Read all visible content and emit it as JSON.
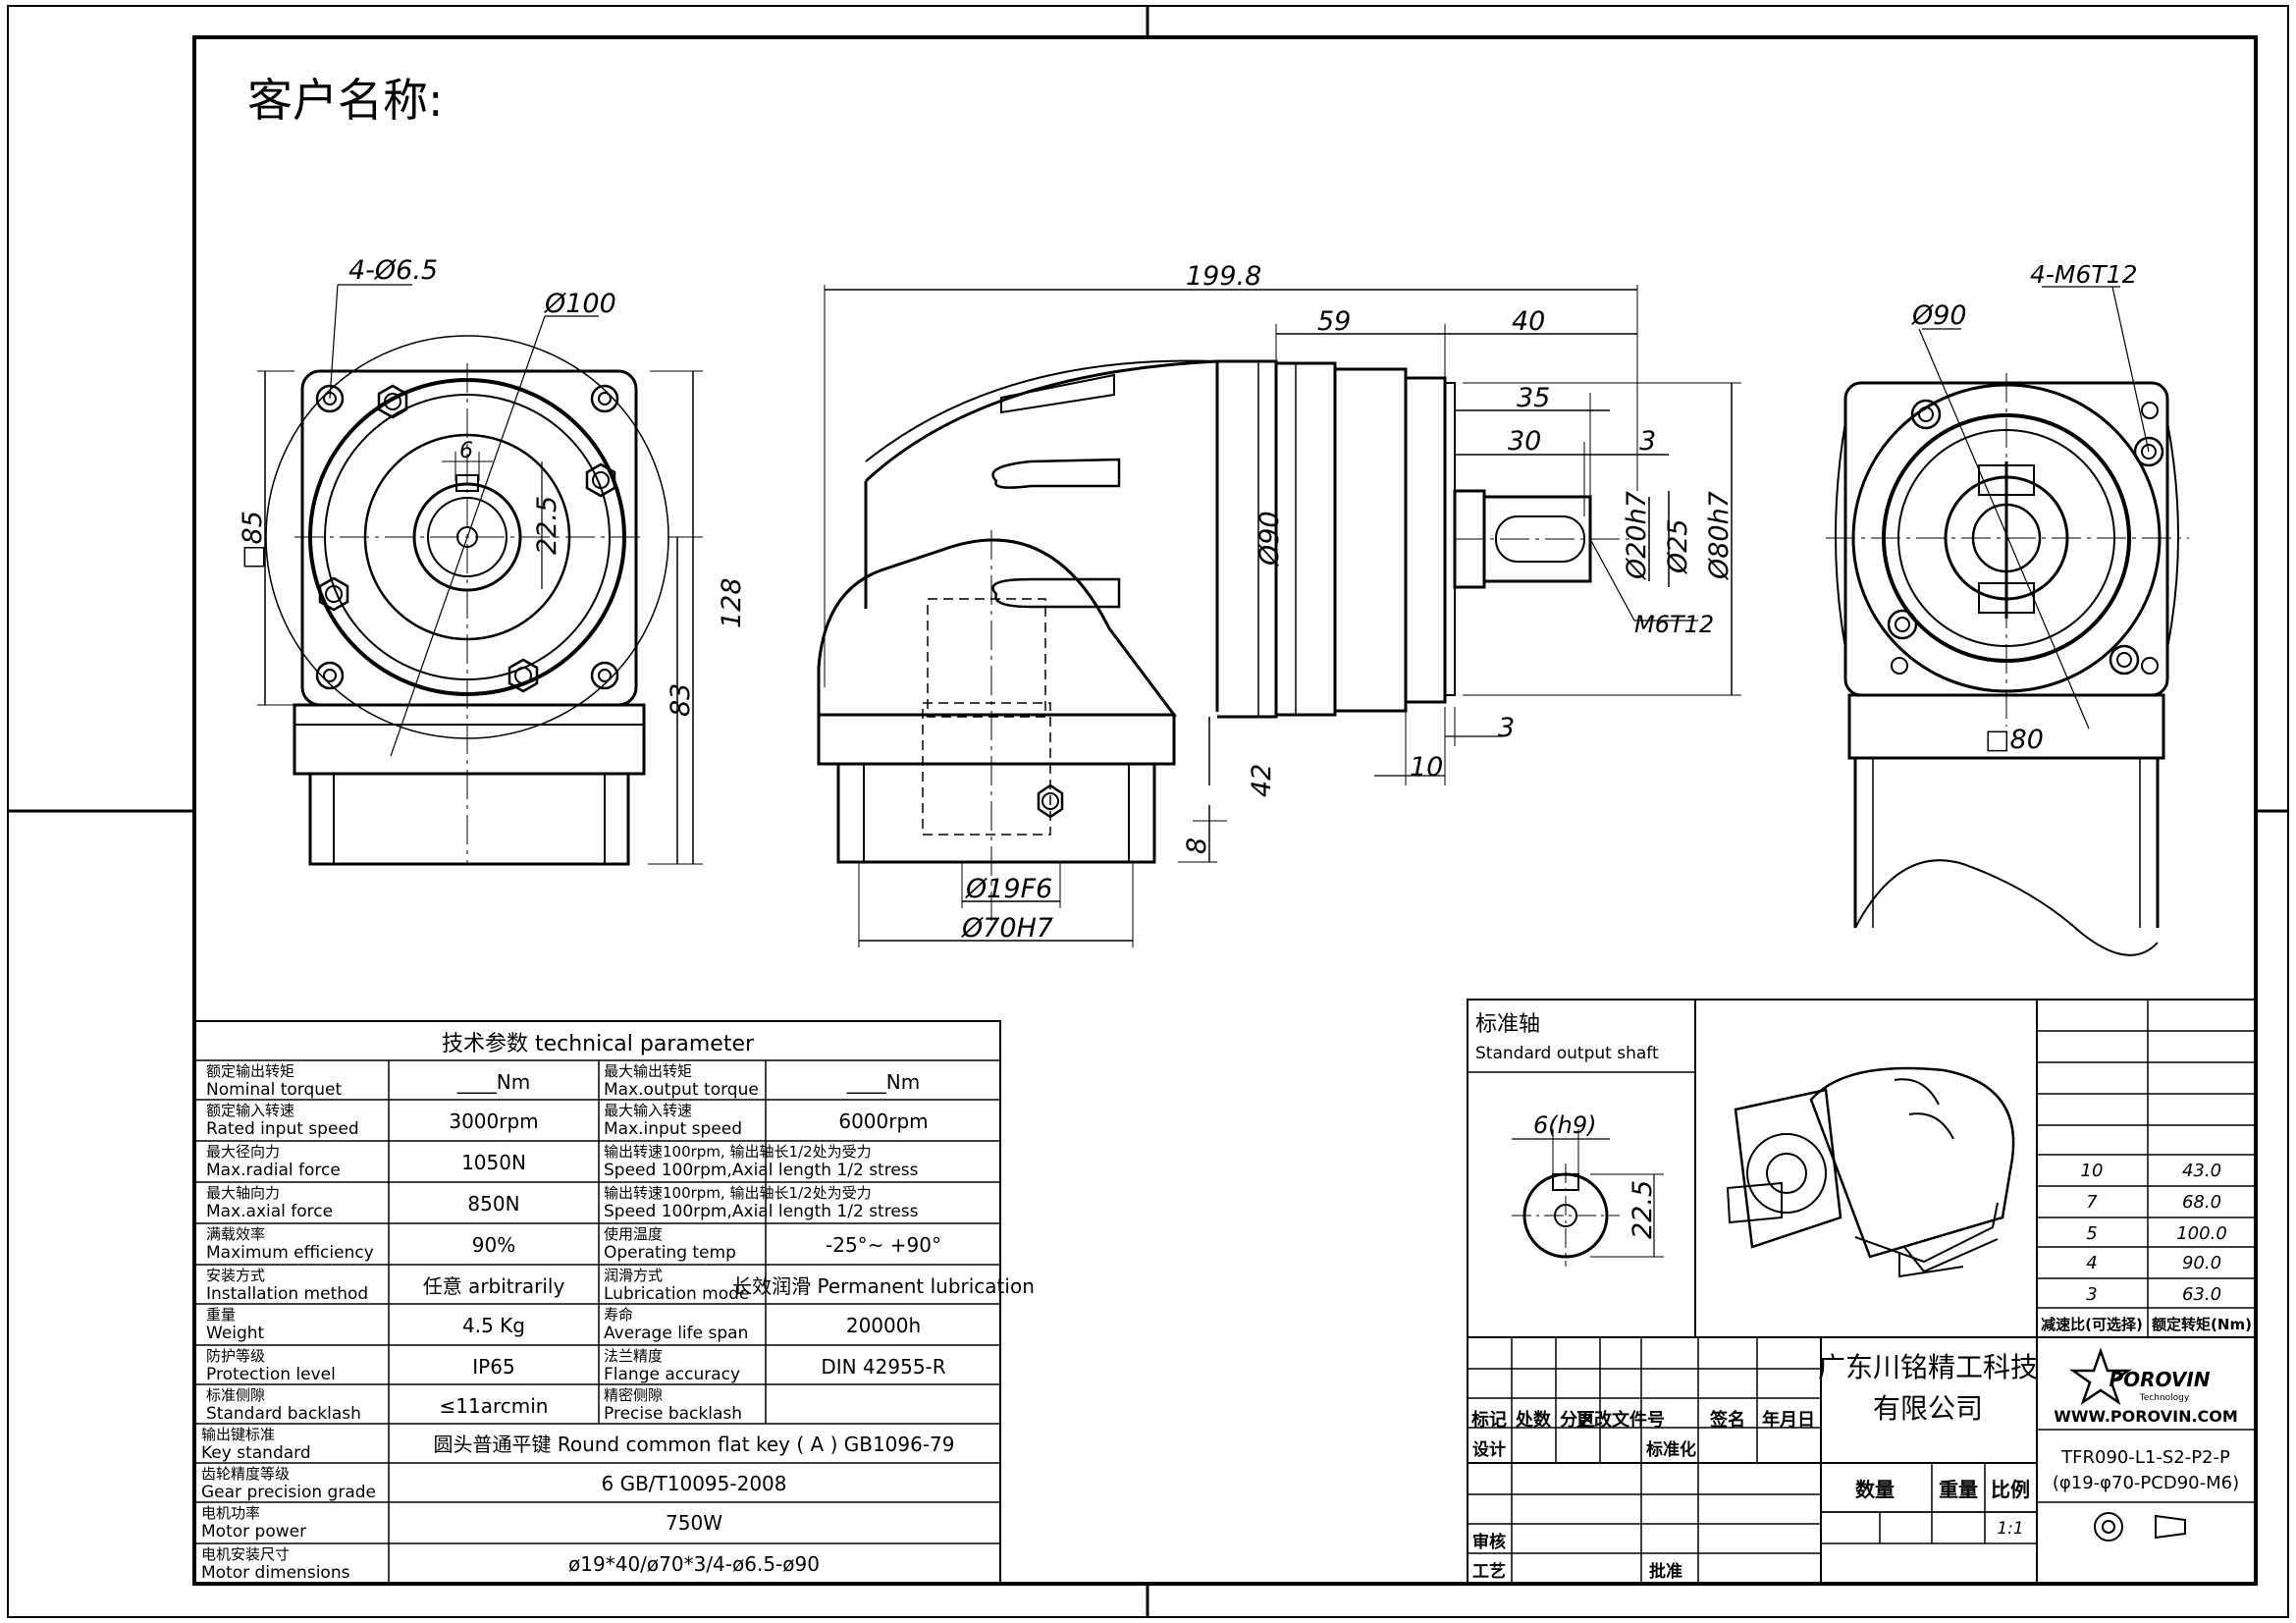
{
  "customer_label": "客户名称:",
  "front_view": {
    "holes": "4-Ø6.5",
    "pcd": "Ø100",
    "square": "□85",
    "key_width": "6",
    "key_height": "22.5",
    "height_total": "128",
    "height_center": "83"
  },
  "side_view": {
    "overall": "199.8",
    "body": "59",
    "shaft_total": "40",
    "shaft_35": "35",
    "key_len": "30",
    "key_offset": "3",
    "shaft_dia": "Ø20h7",
    "collar_dia": "Ø25",
    "pilot_dia": "Ø80h7",
    "housing_dia": "Ø90",
    "center_tap": "M6T12",
    "flange_3": "3",
    "flange_10": "10",
    "base_42": "42",
    "base_8": "8",
    "input_bore": "Ø19F6",
    "input_pilot": "Ø70H7"
  },
  "end_view": {
    "threads": "4-M6T12",
    "pcd": "Ø90",
    "square": "□80"
  },
  "tech": {
    "title": "技术参数   technical parameter",
    "rows": [
      {
        "l_cn": "额定输出转矩",
        "l_en": "Nominal torquet",
        "l_val": "____Nm",
        "r_cn": "最大输出转矩",
        "r_en": "Max.output torque",
        "r_val": "____Nm"
      },
      {
        "l_cn": "额定输入转速",
        "l_en": "Rated input speed",
        "l_val": "3000rpm",
        "r_cn": "最大输入转速",
        "r_en": "Max.input speed",
        "r_val": "6000rpm"
      },
      {
        "l_cn": "最大径向力",
        "l_en": "Max.radial force",
        "l_val": "1050N",
        "r_cn": "输出转速100rpm, 输出轴长1/2处为受力",
        "r_en": "Speed 100rpm,Axial length 1/2 stress",
        "r_val": ""
      },
      {
        "l_cn": "最大轴向力",
        "l_en": "Max.axial force",
        "l_val": "850N",
        "r_cn": "输出转速100rpm, 输出轴长1/2处为受力",
        "r_en": "Speed 100rpm,Axial length 1/2 stress",
        "r_val": ""
      },
      {
        "l_cn": "满载效率",
        "l_en": "Maximum efficiency",
        "l_val": "90%",
        "r_cn": "使用温度",
        "r_en": "Operating temp",
        "r_val": "-25°~ +90°"
      },
      {
        "l_cn": "安装方式",
        "l_en": "Installation method",
        "l_val": "任意 arbitrarily",
        "r_cn": "润滑方式",
        "r_en": "Lubrication mode",
        "r_val": "长效润滑 Permanent lubrication"
      },
      {
        "l_cn": "重量",
        "l_en": "Weight",
        "l_val": "4.5 Kg",
        "r_cn": "寿命",
        "r_en": "Average life span",
        "r_val": "20000h"
      },
      {
        "l_cn": "防护等级",
        "l_en": "Protection level",
        "l_val": "IP65",
        "r_cn": "法兰精度",
        "r_en": "Flange accuracy",
        "r_val": "DIN 42955-R"
      },
      {
        "l_cn": "标准侧隙",
        "l_en": "Standard backlash",
        "l_val": "≤11arcmin",
        "r_cn": "精密侧隙",
        "r_en": "Precise backlash",
        "r_val": ""
      }
    ],
    "wide_rows": [
      {
        "cn": "输出键标准",
        "en": "Key standard",
        "val": "圆头普通平键 Round common flat key ( A ) GB1096-79"
      },
      {
        "cn": "齿轮精度等级",
        "en": "Gear precision grade",
        "val": "6 GB/T10095-2008"
      },
      {
        "cn": "电机功率",
        "en": "Motor power",
        "val": "750W"
      },
      {
        "cn": "电机安装尺寸",
        "en": "Motor  dimensions",
        "val": "ø19*40/ø70*3/4-ø6.5-ø90"
      }
    ]
  },
  "shaft_box": {
    "title_cn": "标准轴",
    "title_en": "Standard output shaft",
    "key_dim": "6(h9)",
    "height_dim": "22.5"
  },
  "ratio_table": {
    "rows": [
      {
        "ratio": "10",
        "torque": "43.0"
      },
      {
        "ratio": "7",
        "torque": "68.0"
      },
      {
        "ratio": "5",
        "torque": "100.0"
      },
      {
        "ratio": "4",
        "torque": "90.0"
      },
      {
        "ratio": "3",
        "torque": "63.0"
      }
    ],
    "head_ratio": "减速比(可选择)",
    "head_torque": "额定转矩(Nm)"
  },
  "title_block": {
    "company_line1": "广东川铭精工科技",
    "company_line2": "有限公司",
    "logo_text": "POROVIN",
    "logo_sub": "Technology",
    "website": "WWW.POROVIN.COM",
    "model_line1": "TFR090-L1-S2-P2-P",
    "model_line2": "(φ19-φ70-PCD90-M6)",
    "rev_headers": [
      "标记",
      "处数",
      "分区",
      "更改文件号",
      "签名",
      "年月日"
    ],
    "design": "设计",
    "standard": "标准化",
    "review": "审核",
    "process": "工艺",
    "approve": "批准",
    "qty": "数量",
    "weight": "重量",
    "scale_label": "比例",
    "scale": "1:1"
  }
}
